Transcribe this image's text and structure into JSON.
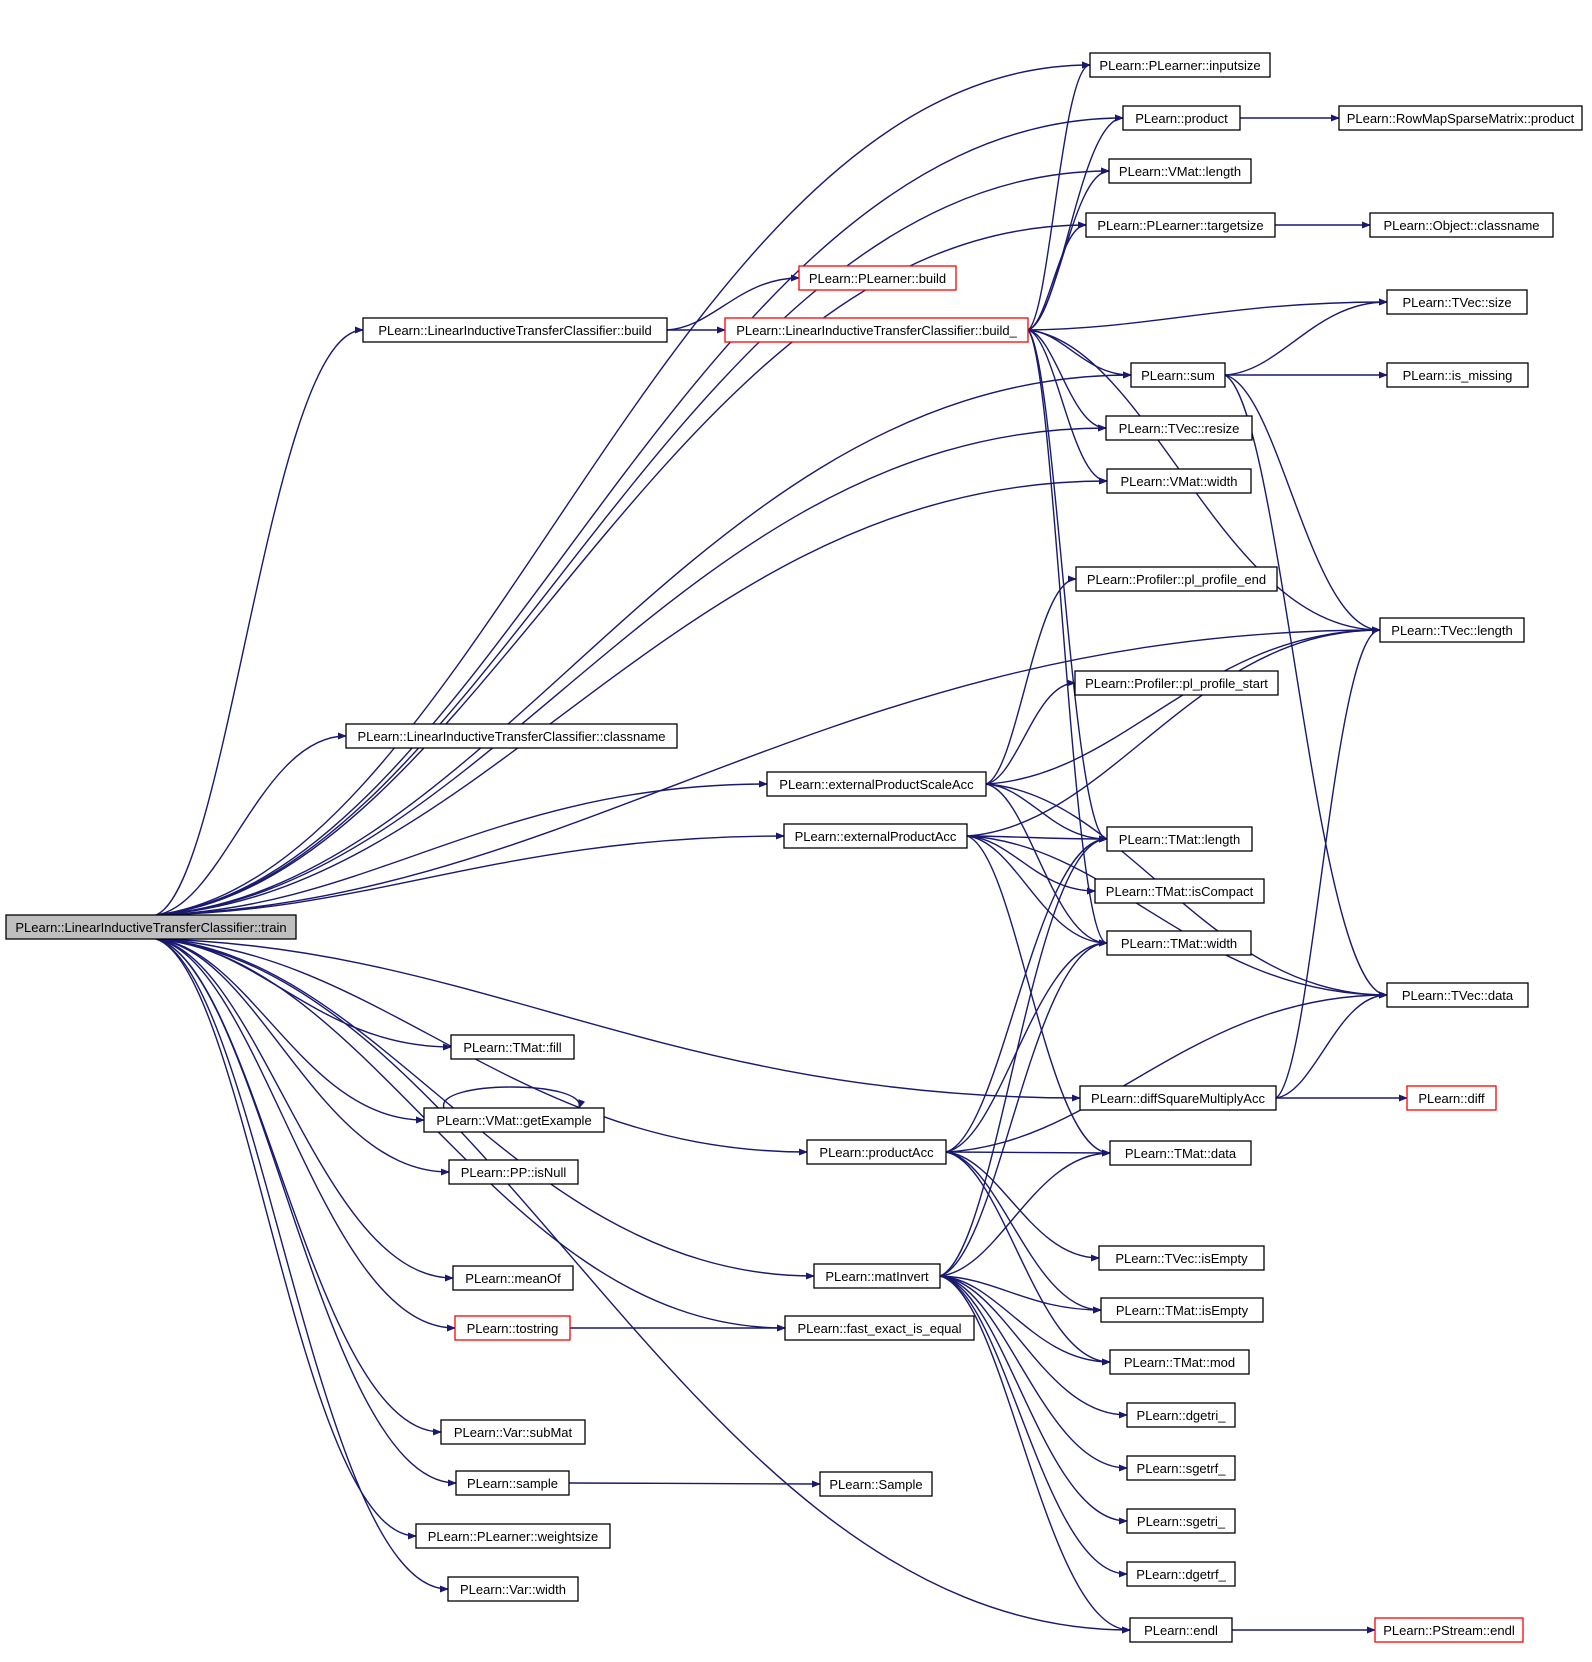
{
  "nodes": [
    {
      "id": "n0",
      "label": "PLearn::LinearInductiveTransferClassifier::train",
      "border": "root"
    },
    {
      "id": "n1",
      "label": "PLearn::PLearner::inputsize",
      "border": "black"
    },
    {
      "id": "n2",
      "label": "PLearn::product",
      "border": "black"
    },
    {
      "id": "n3",
      "label": "PLearn::RowMapSparseMatrix::product",
      "border": "black"
    },
    {
      "id": "n4",
      "label": "PLearn::VMat::length",
      "border": "black"
    },
    {
      "id": "n5",
      "label": "PLearn::PLearner::targetsize",
      "border": "black"
    },
    {
      "id": "n6",
      "label": "PLearn::Object::classname",
      "border": "black"
    },
    {
      "id": "n7",
      "label": "PLearn::PLearner::build",
      "border": "red"
    },
    {
      "id": "n8",
      "label": "PLearn::LinearInductiveTransferClassifier::build",
      "border": "black"
    },
    {
      "id": "n9",
      "label": "PLearn::LinearInductiveTransferClassifier::build_",
      "border": "red"
    },
    {
      "id": "n10",
      "label": "PLearn::TVec::size",
      "border": "black"
    },
    {
      "id": "n11",
      "label": "PLearn::sum",
      "border": "black"
    },
    {
      "id": "n12",
      "label": "PLearn::is_missing",
      "border": "black"
    },
    {
      "id": "n13",
      "label": "PLearn::TVec::resize",
      "border": "black"
    },
    {
      "id": "n14",
      "label": "PLearn::VMat::width",
      "border": "black"
    },
    {
      "id": "n15",
      "label": "PLearn::Profiler::pl_profile_end",
      "border": "black"
    },
    {
      "id": "n16",
      "label": "PLearn::TVec::length",
      "border": "black"
    },
    {
      "id": "n17",
      "label": "PLearn::Profiler::pl_profile_start",
      "border": "black"
    },
    {
      "id": "n18",
      "label": "PLearn::LinearInductiveTransferClassifier::classname",
      "border": "black"
    },
    {
      "id": "n19",
      "label": "PLearn::externalProductScaleAcc",
      "border": "black"
    },
    {
      "id": "n20",
      "label": "PLearn::externalProductAcc",
      "border": "black"
    },
    {
      "id": "n21",
      "label": "PLearn::TMat::length",
      "border": "black"
    },
    {
      "id": "n22",
      "label": "PLearn::TMat::isCompact",
      "border": "black"
    },
    {
      "id": "n23",
      "label": "PLearn::TMat::width",
      "border": "black"
    },
    {
      "id": "n24",
      "label": "PLearn::TVec::data",
      "border": "black"
    },
    {
      "id": "n25",
      "label": "PLearn::TMat::fill",
      "border": "black"
    },
    {
      "id": "n26",
      "label": "PLearn::diffSquareMultiplyAcc",
      "border": "black"
    },
    {
      "id": "n27",
      "label": "PLearn::diff",
      "border": "red"
    },
    {
      "id": "n28",
      "label": "PLearn::VMat::getExample",
      "border": "black"
    },
    {
      "id": "n29",
      "label": "PLearn::productAcc",
      "border": "black"
    },
    {
      "id": "n30",
      "label": "PLearn::TMat::data",
      "border": "black"
    },
    {
      "id": "n31",
      "label": "PLearn::PP::isNull",
      "border": "black"
    },
    {
      "id": "n32",
      "label": "PLearn::TVec::isEmpty",
      "border": "black"
    },
    {
      "id": "n33",
      "label": "PLearn::meanOf",
      "border": "black"
    },
    {
      "id": "n34",
      "label": "PLearn::matInvert",
      "border": "black"
    },
    {
      "id": "n35",
      "label": "PLearn::TMat::isEmpty",
      "border": "black"
    },
    {
      "id": "n36",
      "label": "PLearn::tostring",
      "border": "red"
    },
    {
      "id": "n37",
      "label": "PLearn::fast_exact_is_equal",
      "border": "black"
    },
    {
      "id": "n38",
      "label": "PLearn::TMat::mod",
      "border": "black"
    },
    {
      "id": "n39",
      "label": "PLearn::dgetri_",
      "border": "black"
    },
    {
      "id": "n40",
      "label": "PLearn::Var::subMat",
      "border": "black"
    },
    {
      "id": "n41",
      "label": "PLearn::sgetrf_",
      "border": "black"
    },
    {
      "id": "n42",
      "label": "PLearn::sample",
      "border": "black"
    },
    {
      "id": "n43",
      "label": "PLearn::Sample",
      "border": "black"
    },
    {
      "id": "n44",
      "label": "PLearn::sgetri_",
      "border": "black"
    },
    {
      "id": "n45",
      "label": "PLearn::PLearner::weightsize",
      "border": "black"
    },
    {
      "id": "n46",
      "label": "PLearn::dgetrf_",
      "border": "black"
    },
    {
      "id": "n47",
      "label": "PLearn::Var::width",
      "border": "black"
    },
    {
      "id": "n48",
      "label": "PLearn::endl",
      "border": "black"
    },
    {
      "id": "n49",
      "label": "PLearn::PStream::endl",
      "border": "red"
    }
  ],
  "edges": [
    [
      "n0",
      "n1"
    ],
    [
      "n0",
      "n2"
    ],
    [
      "n0",
      "n4"
    ],
    [
      "n0",
      "n5"
    ],
    [
      "n0",
      "n8"
    ],
    [
      "n0",
      "n11"
    ],
    [
      "n0",
      "n13"
    ],
    [
      "n0",
      "n14"
    ],
    [
      "n0",
      "n16"
    ],
    [
      "n0",
      "n18"
    ],
    [
      "n0",
      "n19"
    ],
    [
      "n0",
      "n20"
    ],
    [
      "n0",
      "n25"
    ],
    [
      "n0",
      "n26"
    ],
    [
      "n0",
      "n28"
    ],
    [
      "n0",
      "n29"
    ],
    [
      "n0",
      "n31"
    ],
    [
      "n0",
      "n33"
    ],
    [
      "n0",
      "n34"
    ],
    [
      "n0",
      "n36"
    ],
    [
      "n0",
      "n37"
    ],
    [
      "n0",
      "n40"
    ],
    [
      "n0",
      "n42"
    ],
    [
      "n0",
      "n45"
    ],
    [
      "n0",
      "n47"
    ],
    [
      "n0",
      "n48"
    ],
    [
      "n2",
      "n3"
    ],
    [
      "n5",
      "n6"
    ],
    [
      "n8",
      "n7"
    ],
    [
      "n8",
      "n9"
    ],
    [
      "n9",
      "n1"
    ],
    [
      "n9",
      "n2"
    ],
    [
      "n9",
      "n4"
    ],
    [
      "n9",
      "n5"
    ],
    [
      "n9",
      "n10"
    ],
    [
      "n9",
      "n11"
    ],
    [
      "n9",
      "n13"
    ],
    [
      "n9",
      "n14"
    ],
    [
      "n9",
      "n16"
    ],
    [
      "n9",
      "n21"
    ],
    [
      "n9",
      "n23"
    ],
    [
      "n11",
      "n10"
    ],
    [
      "n11",
      "n12"
    ],
    [
      "n11",
      "n16"
    ],
    [
      "n11",
      "n24"
    ],
    [
      "n19",
      "n15"
    ],
    [
      "n19",
      "n16"
    ],
    [
      "n19",
      "n17"
    ],
    [
      "n19",
      "n21"
    ],
    [
      "n19",
      "n23"
    ],
    [
      "n19",
      "n24"
    ],
    [
      "n20",
      "n16"
    ],
    [
      "n20",
      "n21"
    ],
    [
      "n20",
      "n22"
    ],
    [
      "n20",
      "n23"
    ],
    [
      "n20",
      "n24"
    ],
    [
      "n20",
      "n30"
    ],
    [
      "n26",
      "n16"
    ],
    [
      "n26",
      "n24"
    ],
    [
      "n26",
      "n27"
    ],
    [
      "n28",
      "n28"
    ],
    [
      "n29",
      "n21"
    ],
    [
      "n29",
      "n23"
    ],
    [
      "n29",
      "n24"
    ],
    [
      "n29",
      "n30"
    ],
    [
      "n29",
      "n32"
    ],
    [
      "n29",
      "n35"
    ],
    [
      "n29",
      "n38"
    ],
    [
      "n34",
      "n21"
    ],
    [
      "n34",
      "n23"
    ],
    [
      "n34",
      "n30"
    ],
    [
      "n34",
      "n35"
    ],
    [
      "n34",
      "n38"
    ],
    [
      "n34",
      "n39"
    ],
    [
      "n34",
      "n41"
    ],
    [
      "n34",
      "n44"
    ],
    [
      "n34",
      "n46"
    ],
    [
      "n34",
      "n48"
    ],
    [
      "n36",
      "n37"
    ],
    [
      "n42",
      "n43"
    ],
    [
      "n48",
      "n49"
    ]
  ]
}
